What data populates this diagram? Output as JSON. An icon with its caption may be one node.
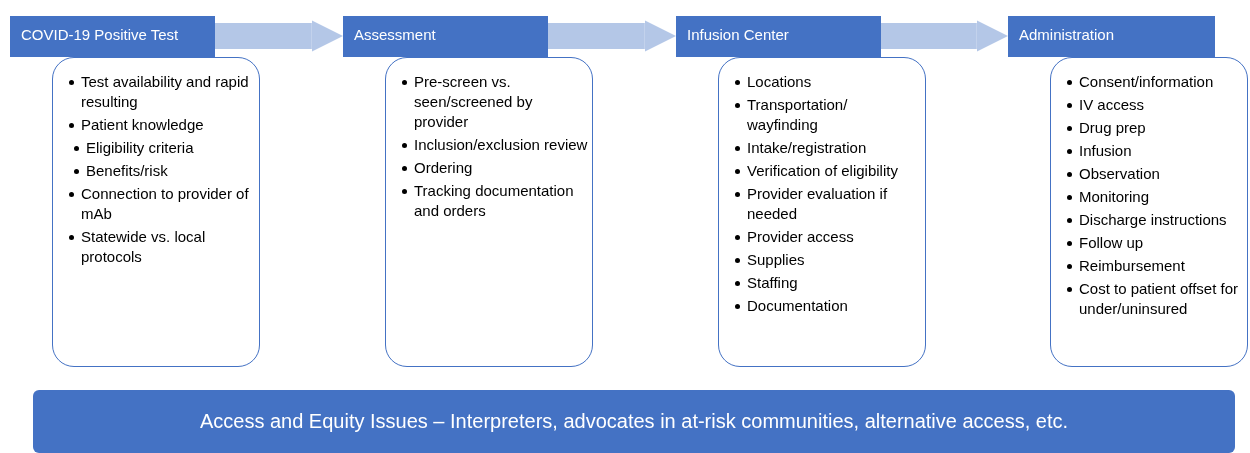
{
  "diagram": {
    "nodes": [
      {
        "text": [
          "COVID-19 Positive Test"
        ]
      },
      {
        "text": [
          "Test availability and rapid resulting",
          "Patient knowledge",
          "Eligibility criteria",
          "Benefits/risk",
          "Connection to provider of mAb",
          "Statewide vs. local protocols"
        ]
      },
      {
        "text": [
          "Assessment"
        ]
      },
      {
        "text": [
          "Pre-screen vs. seen/screened by provider",
          "Inclusion/exclusion review",
          "Ordering",
          "Tracking documentation and orders"
        ]
      },
      {
        "text": [
          "Infusion Center"
        ]
      },
      {
        "text": [
          "Locations",
          "Transportation/ wayfinding",
          "Intake/registration",
          "Verification of eligibility",
          "Provider evaluation if needed",
          "Provider access",
          "Supplies",
          "Staffing",
          "Documentation"
        ]
      },
      {
        "text": [
          "Administration"
        ]
      },
      {
        "text": [
          "Consent/information",
          "IV access",
          "Drug prep",
          "Infusion",
          "Observation",
          "Monitoring",
          "Discharge instructions",
          "Follow up",
          "Reimbursement",
          "Cost to patient offset for under/uninsured"
        ]
      },
      {
        "text": [
          "Access and Equity Issues – Interpreters, advocates in at-risk communities, alternative access, etc."
        ]
      }
    ],
    "edges": [
      {
        "from": 0,
        "to": 2,
        "arrow": "to"
      },
      {
        "from": 2,
        "to": 4,
        "arrow": "to"
      },
      {
        "from": 4,
        "to": 6,
        "arrow": "to"
      }
    ]
  }
}
